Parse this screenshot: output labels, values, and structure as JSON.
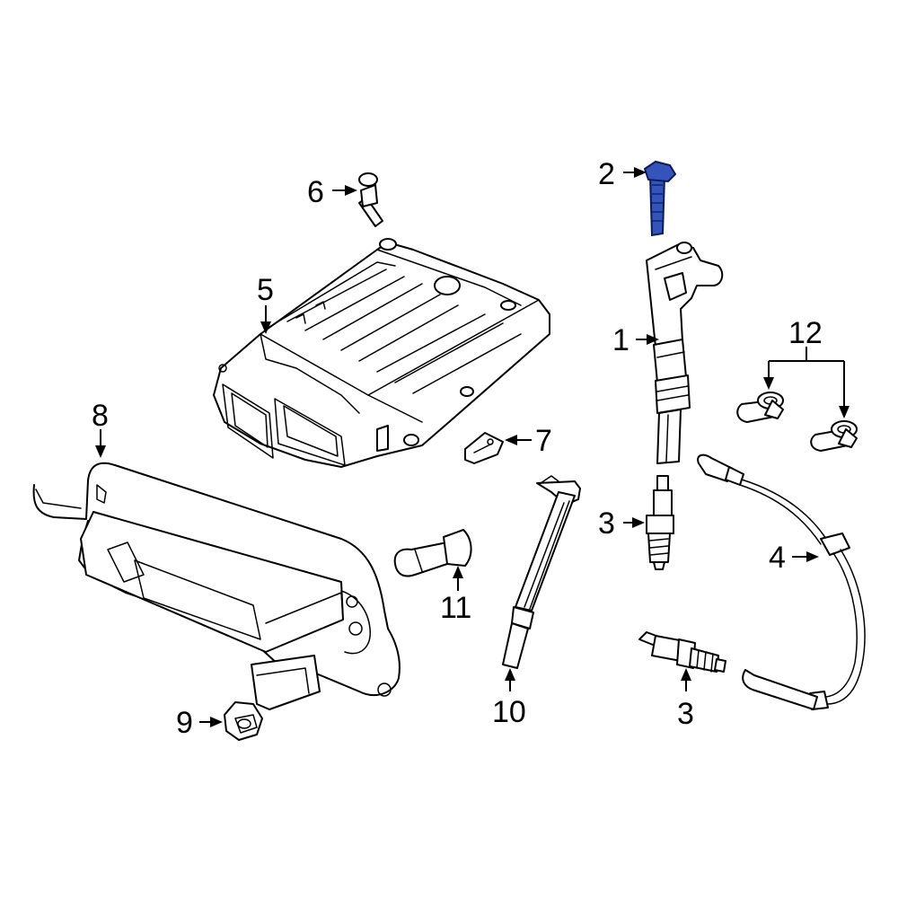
{
  "callouts": [
    {
      "id": "1",
      "label": "1"
    },
    {
      "id": "2",
      "label": "2"
    },
    {
      "id": "3a",
      "label": "3"
    },
    {
      "id": "3b",
      "label": "3"
    },
    {
      "id": "4",
      "label": "4"
    },
    {
      "id": "5",
      "label": "5"
    },
    {
      "id": "6",
      "label": "6"
    },
    {
      "id": "7",
      "label": "7"
    },
    {
      "id": "8",
      "label": "8"
    },
    {
      "id": "9",
      "label": "9"
    },
    {
      "id": "10",
      "label": "10"
    },
    {
      "id": "11",
      "label": "11"
    },
    {
      "id": "12",
      "label": "12"
    }
  ],
  "colors": {
    "line": "#000000",
    "background": "#ffffff",
    "highlight_fill": "#3355bb",
    "highlight_stroke": "#0a1a5c"
  },
  "highlighted_part": "2"
}
